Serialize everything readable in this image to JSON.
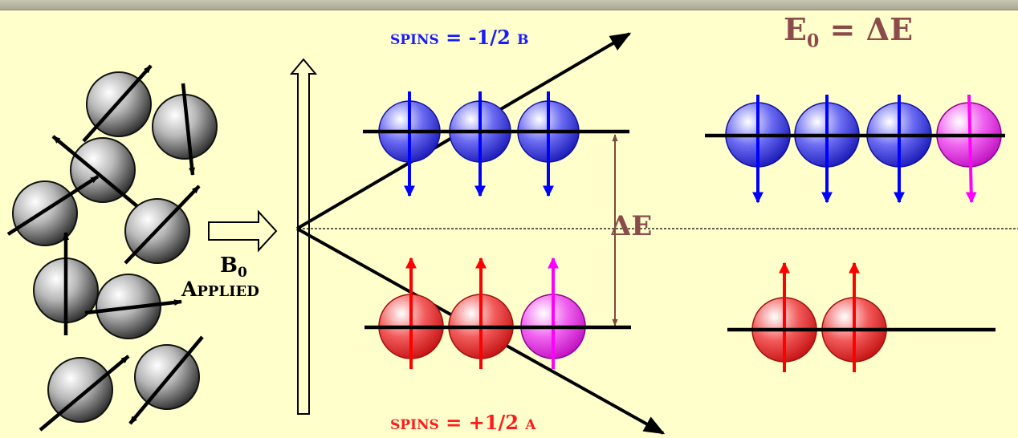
{
  "labels": {
    "beta_spins": "spins = -1/2 β",
    "alpha_spins": "spins = +1/2 α",
    "e0_main": "E",
    "e0_sub": "0",
    "e0_rest": " = ΔE",
    "delta_e": "ΔE",
    "b_main": "B",
    "b_sub": "0",
    "applied": "Applied"
  },
  "colors": {
    "background": "#ffffcc",
    "spin_down": "#0000ff",
    "spin_up": "#ff0000",
    "flipped": "#ff00ff",
    "beta_label": "#1a1aff",
    "alpha_label": "#ff1a1a",
    "energy_label": "#8b4b4b",
    "gap_arrow": "#7a4a3a"
  },
  "icons": {
    "random_spin": "grey-sphere-with-arrow",
    "field_arrow": "hollow-right-arrow",
    "field_direction": "hollow-up-arrow"
  }
}
